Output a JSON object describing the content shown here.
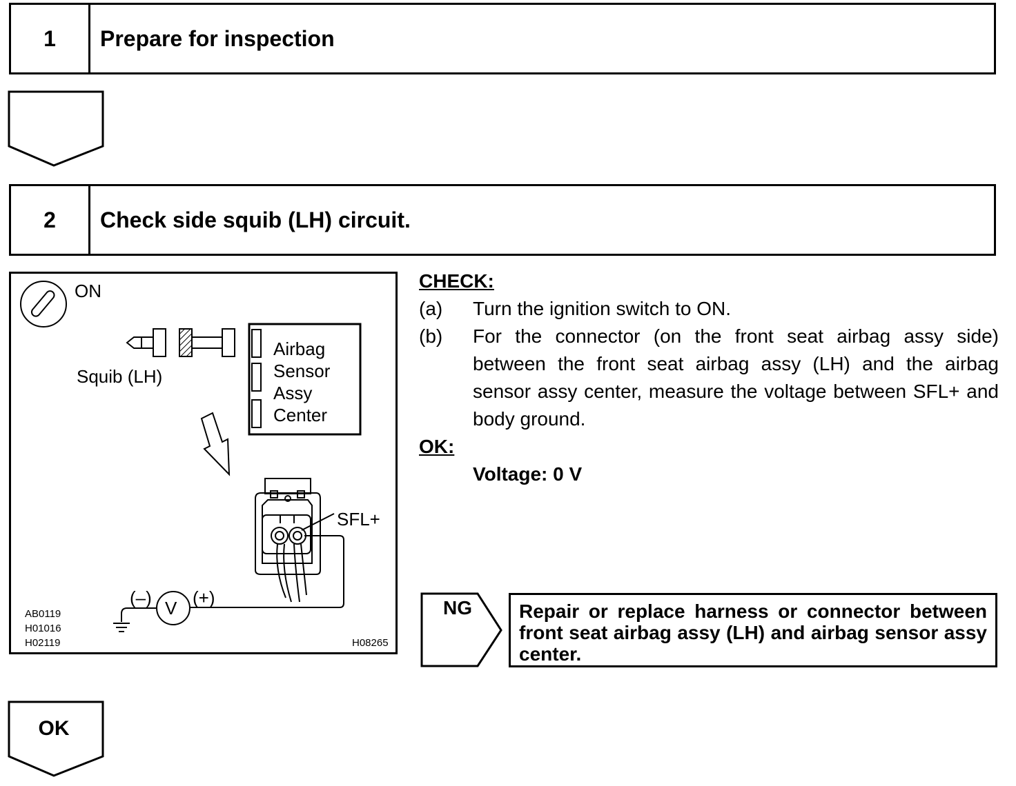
{
  "step1": {
    "number": "1",
    "title": "Prepare for inspection"
  },
  "step2": {
    "number": "2",
    "title": "Check side squib (LH) circuit."
  },
  "diagram": {
    "ignition_label": "ON",
    "squib_label": "Squib (LH)",
    "sensor_lines": [
      "Airbag",
      "Sensor",
      "Assy",
      "Center"
    ],
    "terminal_label": "SFL+",
    "minus_label": "(–)",
    "plus_label": "(+)",
    "meter_symbol": "V",
    "ref_codes": [
      "AB0119",
      "H01016",
      "H02119"
    ],
    "figure_code": "H08265",
    "icons": [
      "ignition-key-icon",
      "down-arrow-icon",
      "voltmeter-icon",
      "ground-icon",
      "connector-icon"
    ]
  },
  "check": {
    "heading": "CHECK:",
    "items": [
      {
        "label": "(a)",
        "text": "Turn the ignition switch to ON."
      },
      {
        "label": "(b)",
        "text": "For the connector (on the front seat airbag assy side) between the front seat airbag assy (LH) and the airbag sensor assy center, measure the voltage between SFL+ and body ground."
      }
    ],
    "ok_heading": "OK:",
    "ok_spec": "Voltage: 0 V"
  },
  "ng": {
    "label": "NG",
    "action": "Repair or replace harness or connector between front seat airbag assy (LH) and airbag sensor assy center."
  },
  "ok_flow_label": "OK"
}
